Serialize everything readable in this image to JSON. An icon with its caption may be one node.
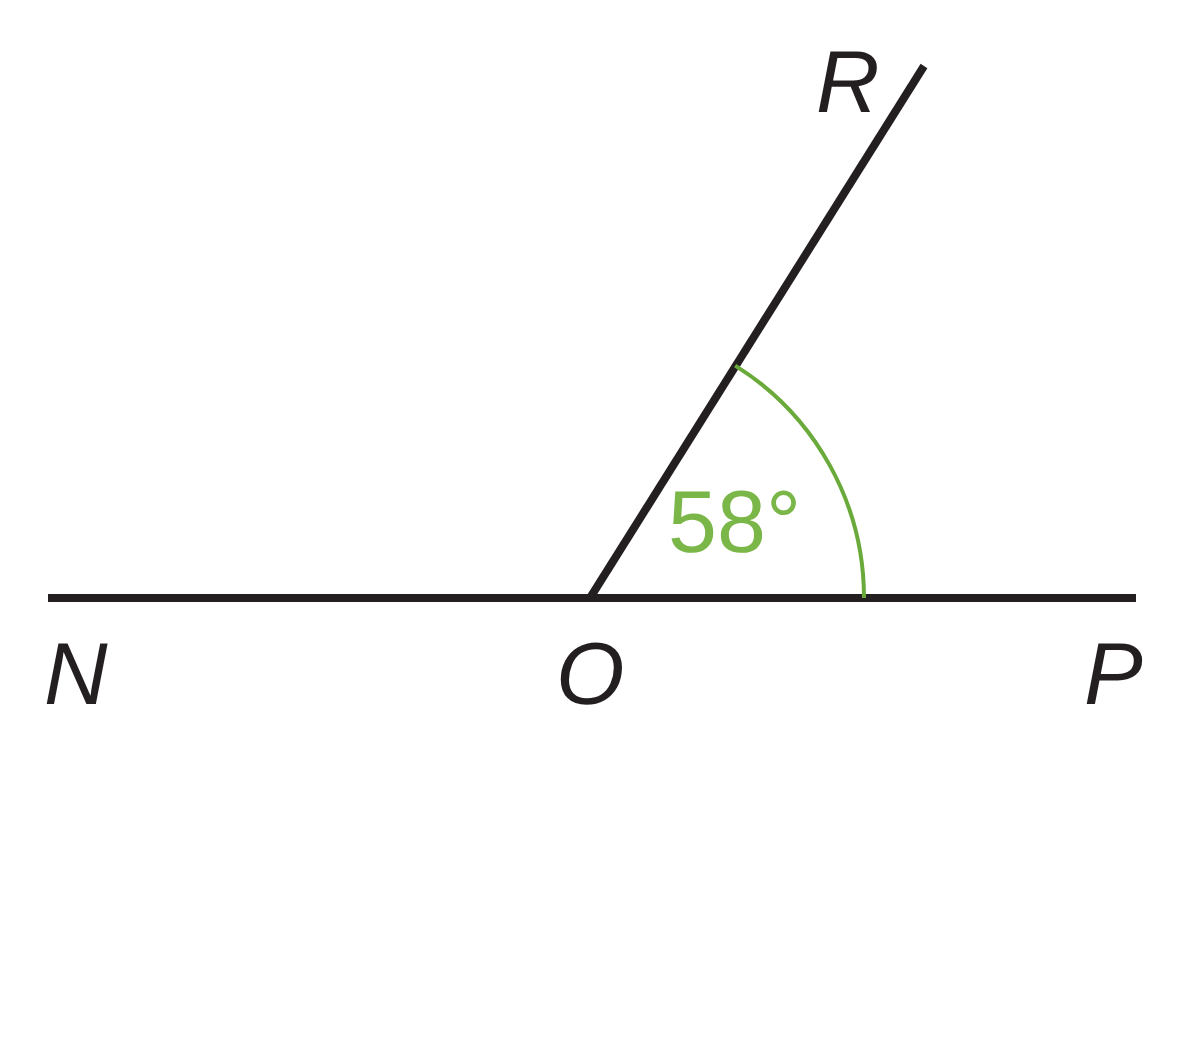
{
  "diagram": {
    "labels": [
      "R",
      "58°",
      "N",
      "O",
      "P"
    ]
  }
}
